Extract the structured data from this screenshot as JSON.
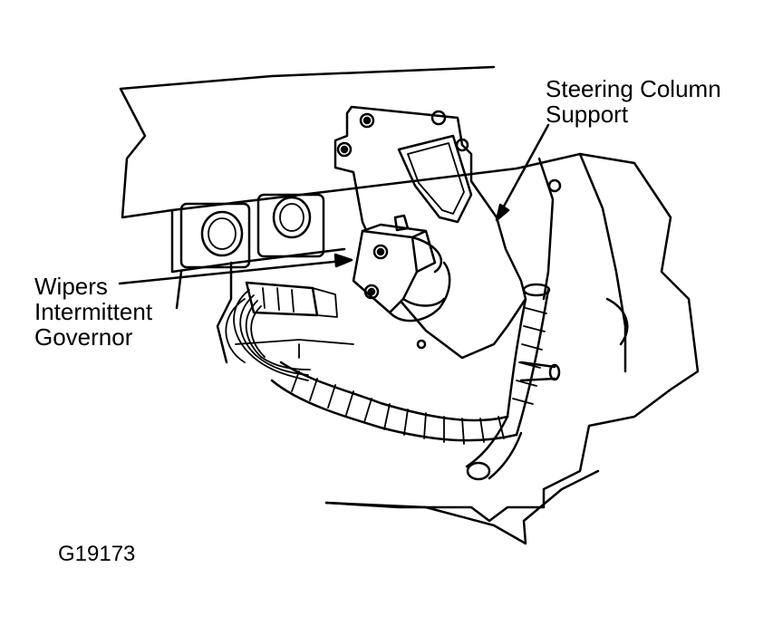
{
  "labels": {
    "steering_line1": "Steering Column",
    "steering_line2": "Support",
    "wipers_line1": "Wipers",
    "wipers_line2": "Intermittent",
    "wipers_line3": "Governor",
    "figure_id": "G19173"
  },
  "colors": {
    "ink": "#000000",
    "background": "#ffffff"
  }
}
